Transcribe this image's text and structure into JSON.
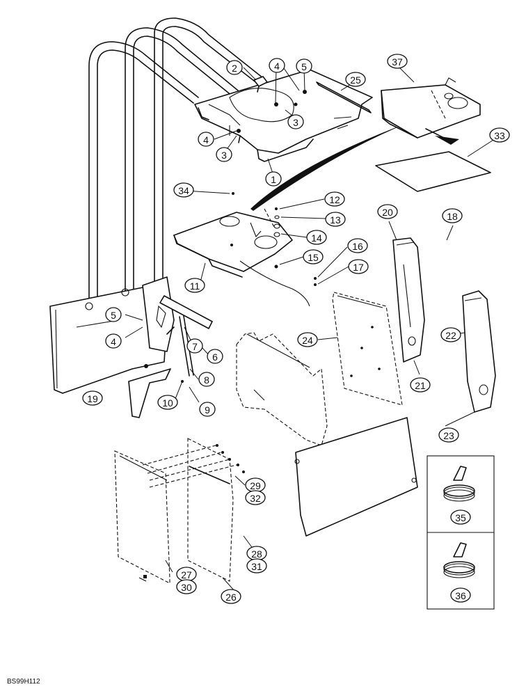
{
  "figure_code": "BS99H112",
  "callouts": [
    {
      "id": "c1",
      "label": "1"
    },
    {
      "id": "c2",
      "label": "2"
    },
    {
      "id": "c3a",
      "label": "3"
    },
    {
      "id": "c3b",
      "label": "3"
    },
    {
      "id": "c4a",
      "label": "4"
    },
    {
      "id": "c4b",
      "label": "4"
    },
    {
      "id": "c4c",
      "label": "4"
    },
    {
      "id": "c5a",
      "label": "5"
    },
    {
      "id": "c5b",
      "label": "5"
    },
    {
      "id": "c6",
      "label": "6"
    },
    {
      "id": "c7",
      "label": "7"
    },
    {
      "id": "c8",
      "label": "8"
    },
    {
      "id": "c9",
      "label": "9"
    },
    {
      "id": "c10",
      "label": "10"
    },
    {
      "id": "c11",
      "label": "11"
    },
    {
      "id": "c12",
      "label": "12"
    },
    {
      "id": "c13",
      "label": "13"
    },
    {
      "id": "c14",
      "label": "14"
    },
    {
      "id": "c15",
      "label": "15"
    },
    {
      "id": "c16",
      "label": "16"
    },
    {
      "id": "c17",
      "label": "17"
    },
    {
      "id": "c18",
      "label": "18"
    },
    {
      "id": "c19",
      "label": "19"
    },
    {
      "id": "c20",
      "label": "20"
    },
    {
      "id": "c21",
      "label": "21"
    },
    {
      "id": "c22",
      "label": "22"
    },
    {
      "id": "c23",
      "label": "23"
    },
    {
      "id": "c24",
      "label": "24"
    },
    {
      "id": "c25",
      "label": "25"
    },
    {
      "id": "c26",
      "label": "26"
    },
    {
      "id": "c27",
      "label": "27"
    },
    {
      "id": "c28",
      "label": "28"
    },
    {
      "id": "c29",
      "label": "29"
    },
    {
      "id": "c30",
      "label": "30"
    },
    {
      "id": "c31",
      "label": "31"
    },
    {
      "id": "c32",
      "label": "32"
    },
    {
      "id": "c33",
      "label": "33"
    },
    {
      "id": "c34",
      "label": "34"
    },
    {
      "id": "c35",
      "label": "35"
    },
    {
      "id": "c36",
      "label": "36"
    },
    {
      "id": "c37",
      "label": "37"
    }
  ]
}
